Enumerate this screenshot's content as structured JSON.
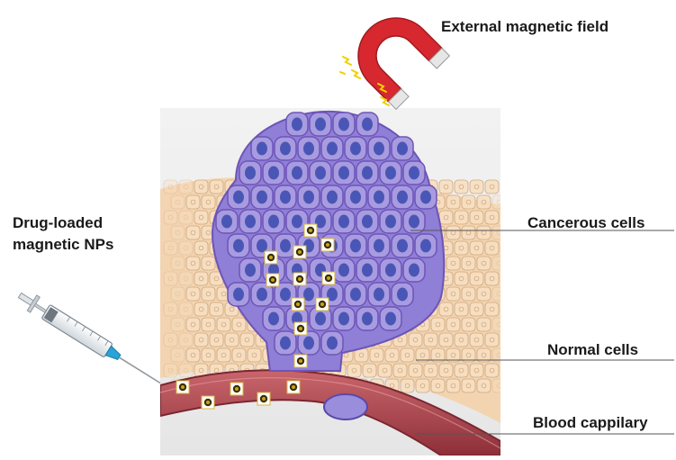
{
  "labels": {
    "magnetic_field": "External magnetic field",
    "drug_line1": "Drug-loaded",
    "drug_line2": "magnetic NPs",
    "cancerous": "Cancerous cells",
    "normal": "Normal cells",
    "blood": "Blood cappilary"
  },
  "colors": {
    "magnet_red": "#d7282f",
    "magnet_tip": "#e6e6e6",
    "spark_yellow": "#f0d000",
    "cancer_fill": "#a99be0",
    "cancer_stroke": "#6c55b8",
    "cancer_nucleus": "#3f4fb0",
    "normal_fill": "#f3d3ae",
    "normal_stroke": "#c9a27a",
    "vessel_red": "#b0474f",
    "background_panel": "#ececec",
    "nanoparticle_border": "#d9b63a",
    "nanoparticle_core": "#3a3000"
  },
  "icons": [
    "horseshoe-magnet-icon",
    "syringe-icon",
    "nanoparticle-icon"
  ]
}
